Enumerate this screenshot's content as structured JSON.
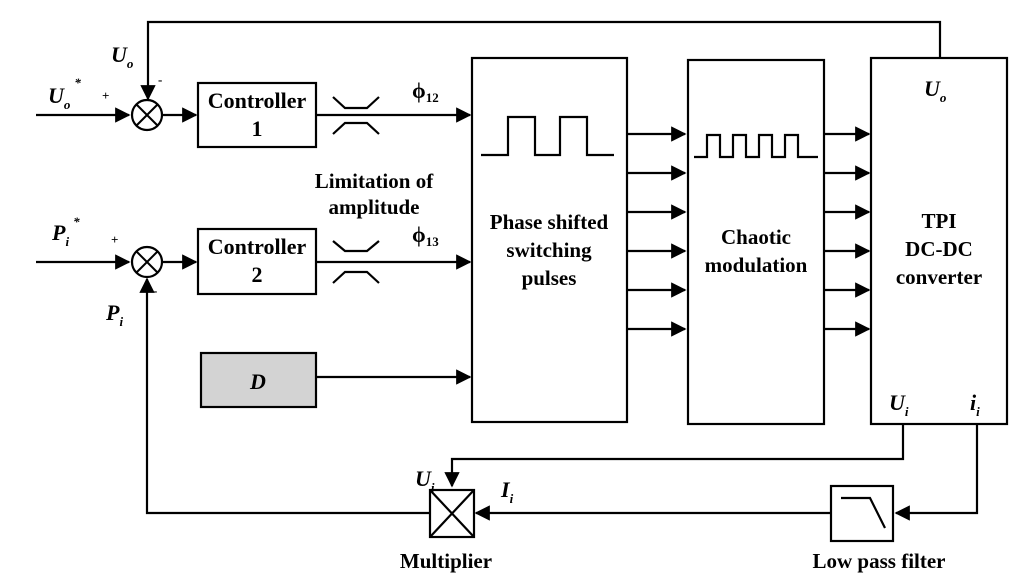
{
  "diagram": {
    "controller_1": {
      "line1": "Controller",
      "line2": "1"
    },
    "controller_2": {
      "line1": "Controller",
      "line2": "2"
    },
    "d_block": {
      "label": "D"
    },
    "phase_block": {
      "line1": "Phase shifted",
      "line2": "switching",
      "line3": "pulses"
    },
    "chaotic_block": {
      "line1": "Chaotic",
      "line2": "modulation"
    },
    "tpi_block": {
      "line1": "TPI",
      "line2": "DC-DC",
      "line3": "converter",
      "uo": "U",
      "uo_sub": "o",
      "ui": "U",
      "ui_sub": "i",
      "ii": "i",
      "ii_sub": "i"
    },
    "limitation_label": {
      "line1": "Limitation of",
      "line2": "amplitude"
    },
    "phi12": {
      "sym": "ϕ",
      "sub": "12"
    },
    "phi13": {
      "sym": "ϕ",
      "sub": "13"
    },
    "input_uo_ref": {
      "sym": "U",
      "sub": "o",
      "sup": "*"
    },
    "input_pi_ref": {
      "sym": "P",
      "sub": "i",
      "sup": "*"
    },
    "feedback_uo": {
      "sym": "U",
      "sub": "o"
    },
    "feedback_pi": {
      "sym": "P",
      "sub": "i"
    },
    "mult_ui": {
      "sym": "U",
      "sub": "i"
    },
    "mult_ii": {
      "sym": "I",
      "sub": "i"
    },
    "sign_plus": "+",
    "sign_minus": "-",
    "multiplier_label": "Multiplier",
    "lowpass_label": "Low pass filter"
  }
}
